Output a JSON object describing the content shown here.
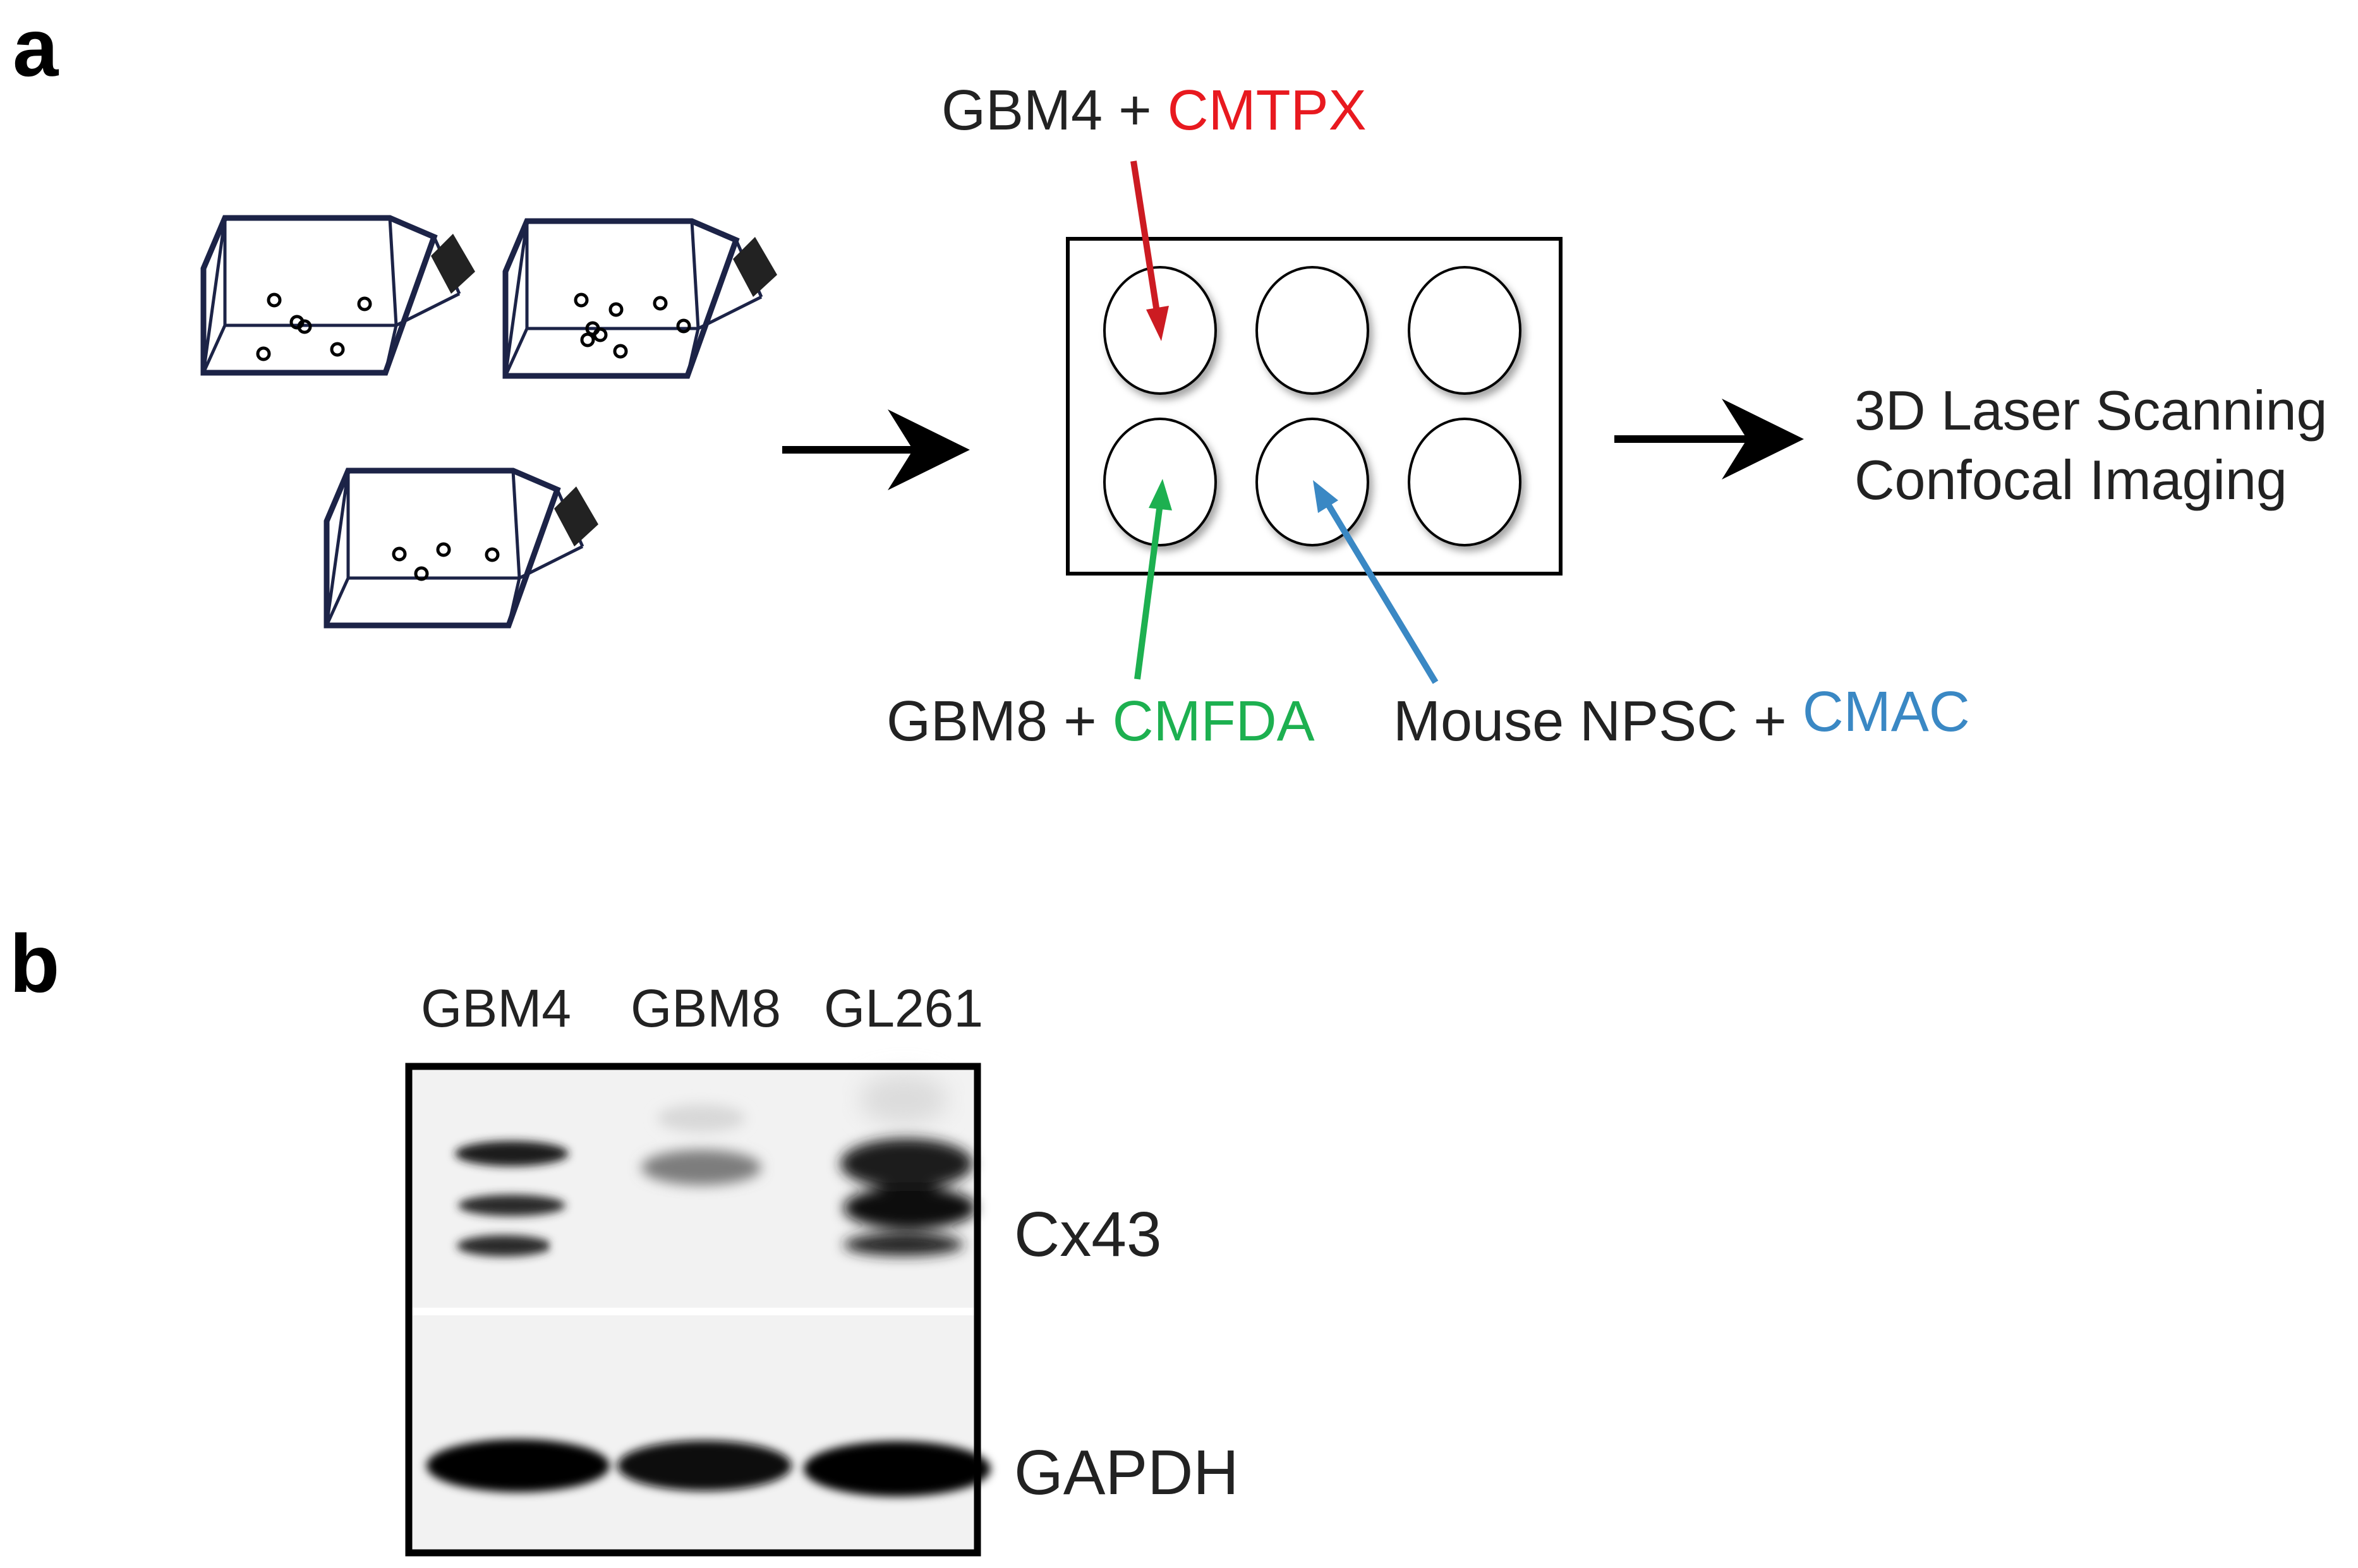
{
  "panel_a": {
    "label": "a",
    "well_top_label": {
      "cells": "GBM4 + ",
      "dye": "CMTPX",
      "dye_color": "#e8191f"
    },
    "well_bottom_left_label": {
      "cells": "GBM8 + ",
      "dye": "CMFDA",
      "dye_color": "#1db050"
    },
    "well_bottom_mid_label": {
      "cells": "Mouse NPSC + ",
      "dye": "CMAC",
      "dye_color": "#3a88c4"
    },
    "output_line1": "3D Laser Scanning",
    "output_line2": "Confocal Imaging",
    "arrow_colors": {
      "gbm4": "#cc1b22",
      "gbm8": "#1db050",
      "npsc": "#3a88c4"
    },
    "flask_outline_color": "#1c2347"
  },
  "panel_b": {
    "label": "b",
    "lanes": [
      "GBM4",
      "GBM8",
      "GL261"
    ],
    "bands": [
      "Cx43",
      "GAPDH"
    ]
  }
}
